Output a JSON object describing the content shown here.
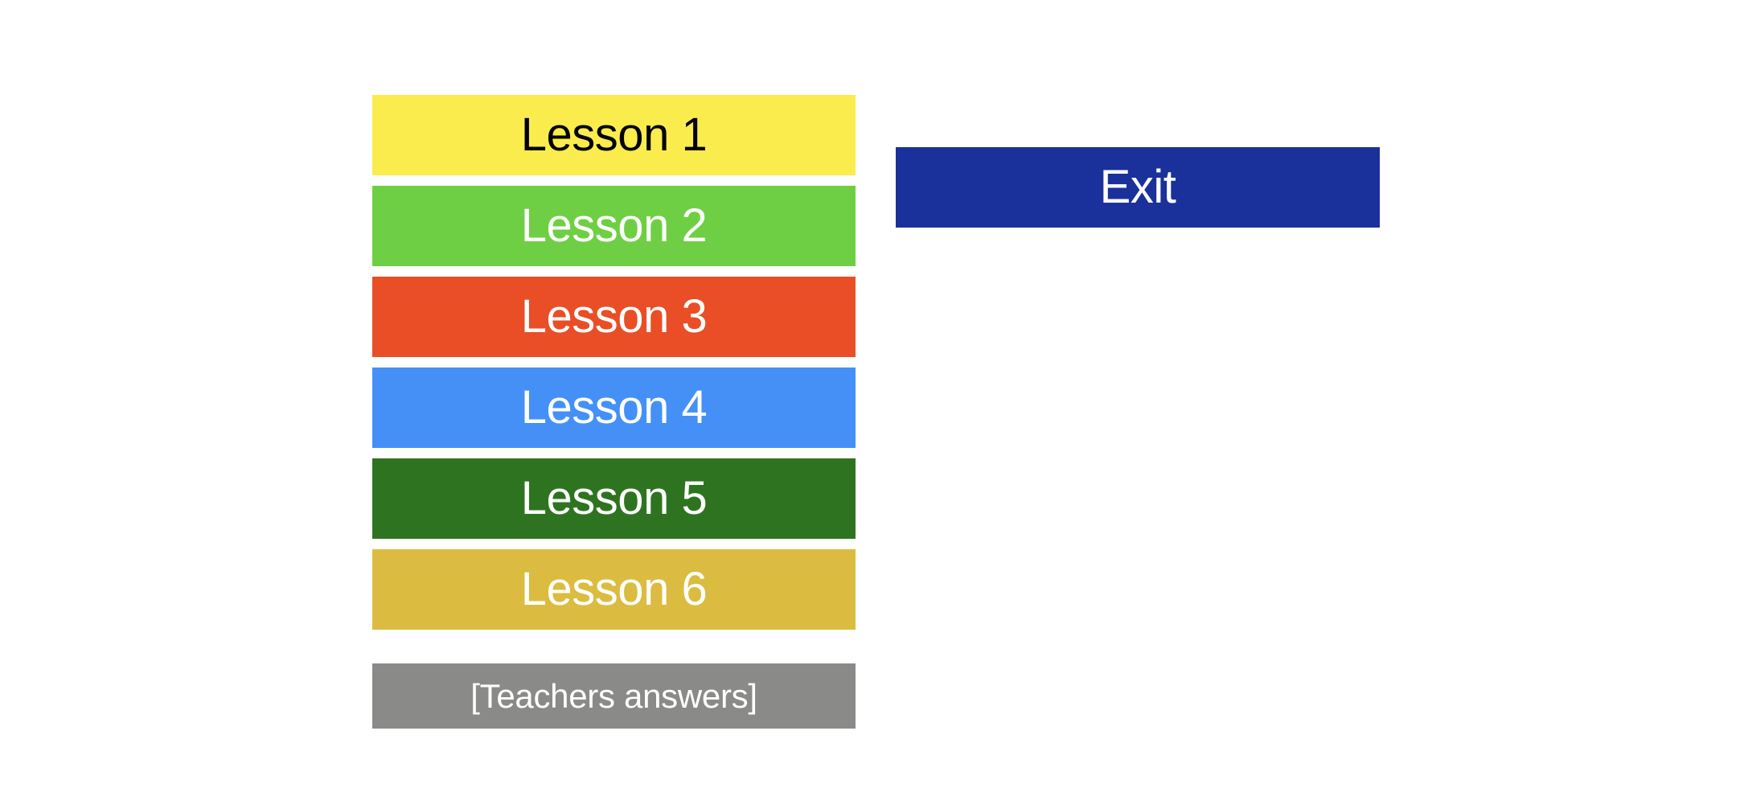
{
  "page": {
    "background_color": "#ffffff"
  },
  "lesson_menu": {
    "buttons": [
      {
        "label": "Lesson 1",
        "fill": "#fbec4e",
        "text_color": "#000000"
      },
      {
        "label": "Lesson 2",
        "fill": "#6fcf44",
        "text_color": "#ffffff"
      },
      {
        "label": "Lesson 3",
        "fill": "#e94e26",
        "text_color": "#ffffff"
      },
      {
        "label": "Lesson 4",
        "fill": "#4490f7",
        "text_color": "#ffffff"
      },
      {
        "label": "Lesson 5",
        "fill": "#2e7420",
        "text_color": "#ffffff"
      },
      {
        "label": "Lesson 6",
        "fill": "#dbbc40",
        "text_color": "#ffffff"
      }
    ],
    "teacher_answers": {
      "label": "[Teachers answers]",
      "fill": "#8a8a88",
      "text_color": "#ffffff"
    }
  },
  "actions": {
    "exit": {
      "label": "Exit",
      "fill": "#1a319b",
      "text_color": "#ffffff"
    }
  }
}
